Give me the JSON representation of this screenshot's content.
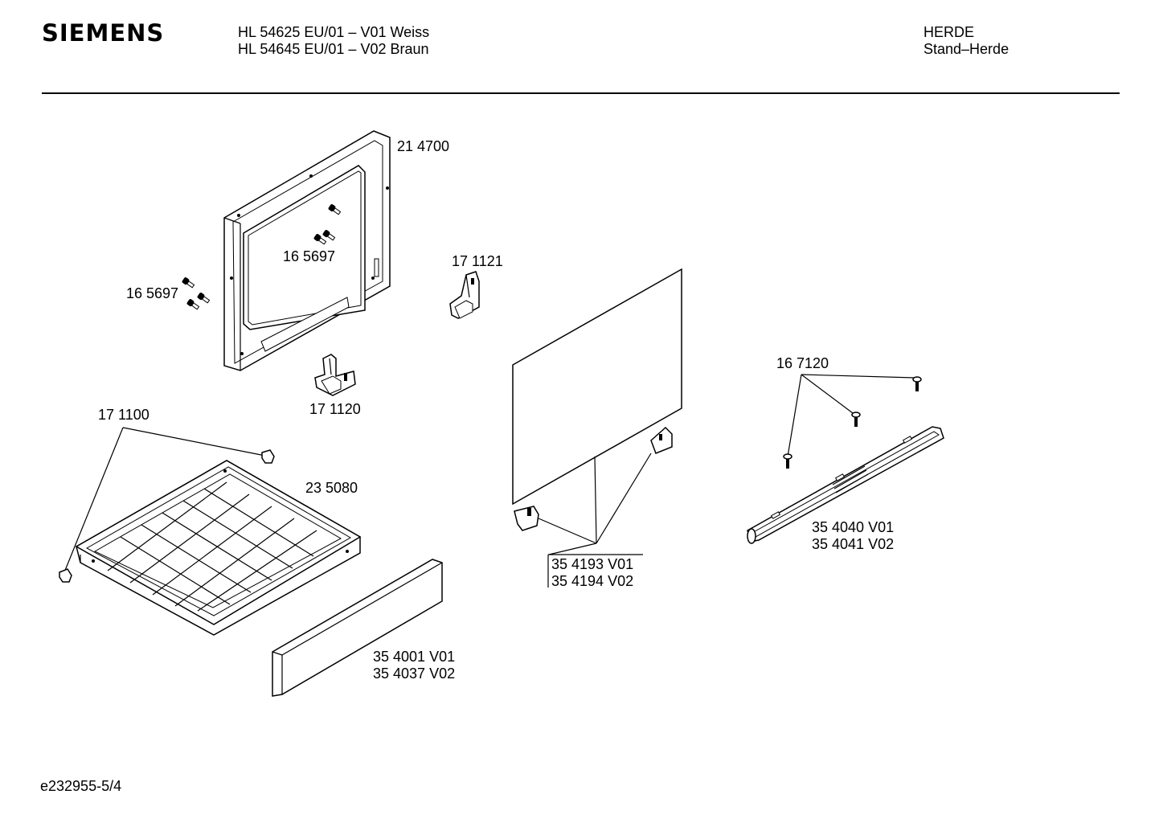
{
  "header": {
    "brand": "SIEMENS",
    "model_line_1": "HL 54625 EU/01 – V01 Weiss",
    "model_line_2": "HL 54645 EU/01 – V02 Braun",
    "category": "HERDE",
    "subcategory": "Stand–Herde"
  },
  "parts": {
    "frame": "21 4700",
    "screw_inner": "16 5697",
    "screw_outer": "16 5697",
    "bracket_left": "17 1120",
    "bracket_right": "17 1121",
    "tray_clip": "17 1100",
    "tray": "23 5080",
    "trim_panel_v01": "35 4001 V01",
    "trim_panel_v02": "35 4037 V02",
    "glass_v01": "35 4193 V01",
    "glass_v02": "35 4194 V02",
    "handle_screw": "16 7120",
    "handle_v01": "35 4040 V01",
    "handle_v02": "35 4041 V02"
  },
  "footer": {
    "doc_id": "e232955-5/4"
  }
}
